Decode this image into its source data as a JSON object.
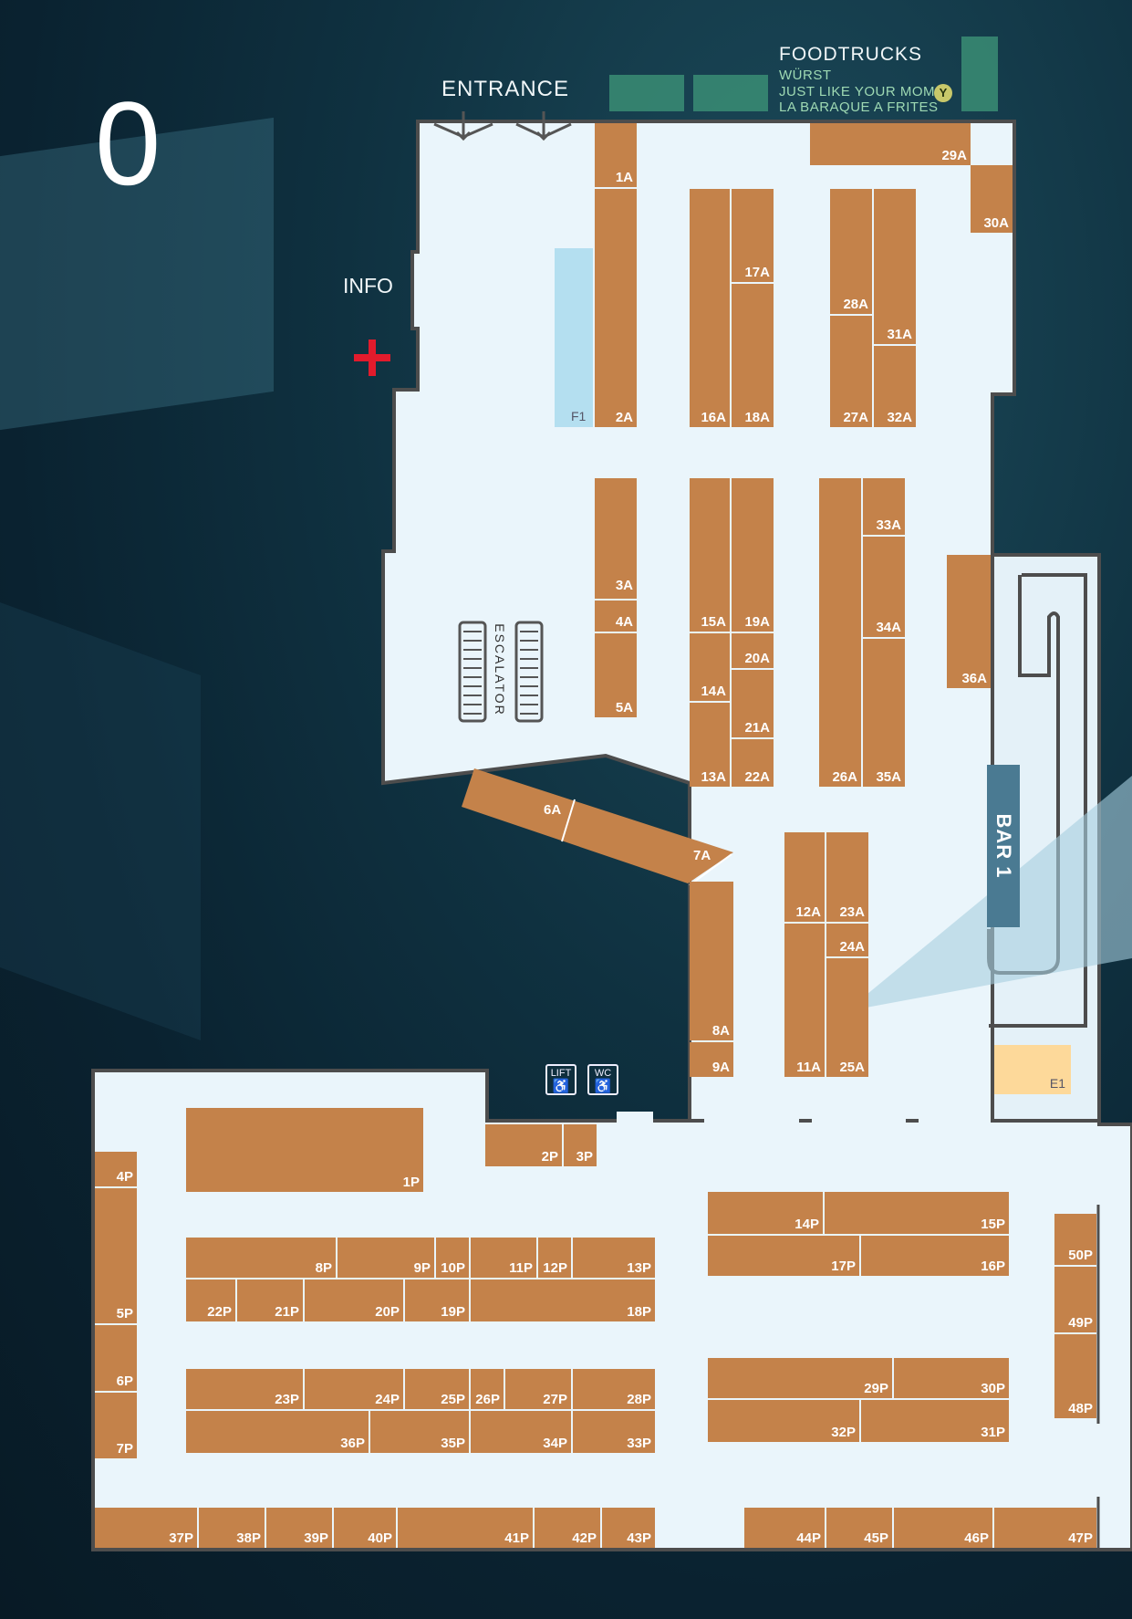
{
  "level": "0",
  "labels": {
    "entrance": "ENTRANCE",
    "info": "INFO",
    "escalator": "ESCALATOR",
    "bar": "BAR 1",
    "lift": "LIFT",
    "wc": "WC"
  },
  "foodtrucks": {
    "title": "FOODTRUCKS",
    "items": [
      "WÜRST",
      "JUST LIKE YOUR MOM",
      "LA BARAQUE A FRITES"
    ],
    "veg_badge": "Y"
  },
  "special": {
    "f1": "F1",
    "e1": "E1"
  },
  "colors": {
    "booth": "#c4824a",
    "floor": "#eaf5fb",
    "wall": "#4d4d4d",
    "bar": "#4a7a92",
    "firstaid": "#e21b2c"
  },
  "booths": {
    "b1A": "1A",
    "b2A": "2A",
    "b16A": "16A",
    "b17A": "17A",
    "b18A": "18A",
    "b27A": "27A",
    "b28A": "28A",
    "b31A": "31A",
    "b32A": "32A",
    "b29A": "29A",
    "b30A": "30A",
    "b3A": "3A",
    "b4A": "4A",
    "b5A": "5A",
    "b15A": "15A",
    "b14A": "14A",
    "b13A": "13A",
    "b19A": "19A",
    "b20A": "20A",
    "b21A": "21A",
    "b22A": "22A",
    "b26A": "26A",
    "b33A": "33A",
    "b34A": "34A",
    "b35A": "35A",
    "b36A": "36A",
    "b6A": "6A",
    "b7A": "7A",
    "b8A": "8A",
    "b9A": "9A",
    "b12A": "12A",
    "b11A": "11A",
    "b23A": "23A",
    "b24A": "24A",
    "b25A": "25A",
    "b1P": "1P",
    "b2P": "2P",
    "b3P": "3P",
    "b4P": "4P",
    "b5P": "5P",
    "b6P": "6P",
    "b7P": "7P",
    "b8P": "8P",
    "b9P": "9P",
    "b10P": "10P",
    "b11P": "11P",
    "b12P": "12P",
    "b13P": "13P",
    "b22P": "22P",
    "b21P": "21P",
    "b20P": "20P",
    "b19P": "19P",
    "b18P": "18P",
    "b23P": "23P",
    "b24P": "24P",
    "b25P": "25P",
    "b26P": "26P",
    "b27P": "27P",
    "b28P": "28P",
    "b36P": "36P",
    "b35P": "35P",
    "b34P": "34P",
    "b33P": "33P",
    "b14P": "14P",
    "b15P": "15P",
    "b17P": "17P",
    "b16P": "16P",
    "b29P": "29P",
    "b30P": "30P",
    "b32P": "32P",
    "b31P": "31P",
    "b50P": "50P",
    "b49P": "49P",
    "b48P": "48P",
    "b37P": "37P",
    "b38P": "38P",
    "b39P": "39P",
    "b40P": "40P",
    "b41P": "41P",
    "b42P": "42P",
    "b43P": "43P",
    "b44P": "44P",
    "b45P": "45P",
    "b46P": "46P",
    "b47P": "47P"
  }
}
